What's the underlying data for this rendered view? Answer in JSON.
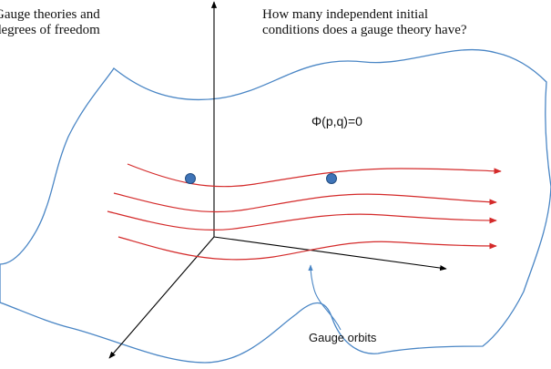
{
  "heading_left": [
    "Gauge theories and",
    "degrees of freedom"
  ],
  "heading_right": [
    "How many independent initial",
    "conditions does a gauge theory have?"
  ],
  "constraint_label": "Φ(p,q)=0",
  "orbits_label": "Gauge orbits",
  "colors": {
    "surface": "#4a86c5",
    "orbit": "#d42a2a",
    "axis": "#000000",
    "point_fill": "#3f74b8",
    "point_stroke": "#234d80"
  }
}
